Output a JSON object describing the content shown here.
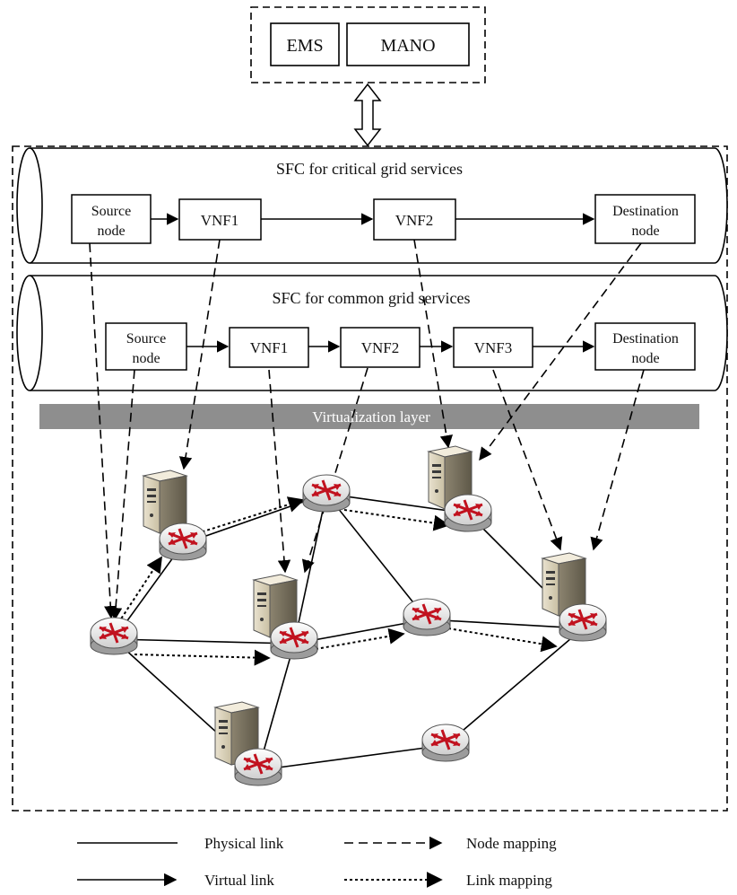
{
  "management": {
    "ems": "EMS",
    "mano": "MANO"
  },
  "sfc_critical": {
    "title": "SFC for critical grid services",
    "source": [
      "Source",
      "node"
    ],
    "vnf1": "VNF1",
    "vnf2": "VNF2",
    "destination": [
      "Destination",
      "node"
    ]
  },
  "sfc_common": {
    "title": "SFC for common grid services",
    "source": [
      "Source",
      "node"
    ],
    "vnf1": "VNF1",
    "vnf2": "VNF2",
    "vnf3": "VNF3",
    "destination": [
      "Destination",
      "node"
    ]
  },
  "virtualization_layer": "Virtualization layer",
  "legend": {
    "physical_link": "Physical link",
    "virtual_link": "Virtual link",
    "node_mapping": "Node mapping",
    "link_mapping": "Link mapping"
  }
}
